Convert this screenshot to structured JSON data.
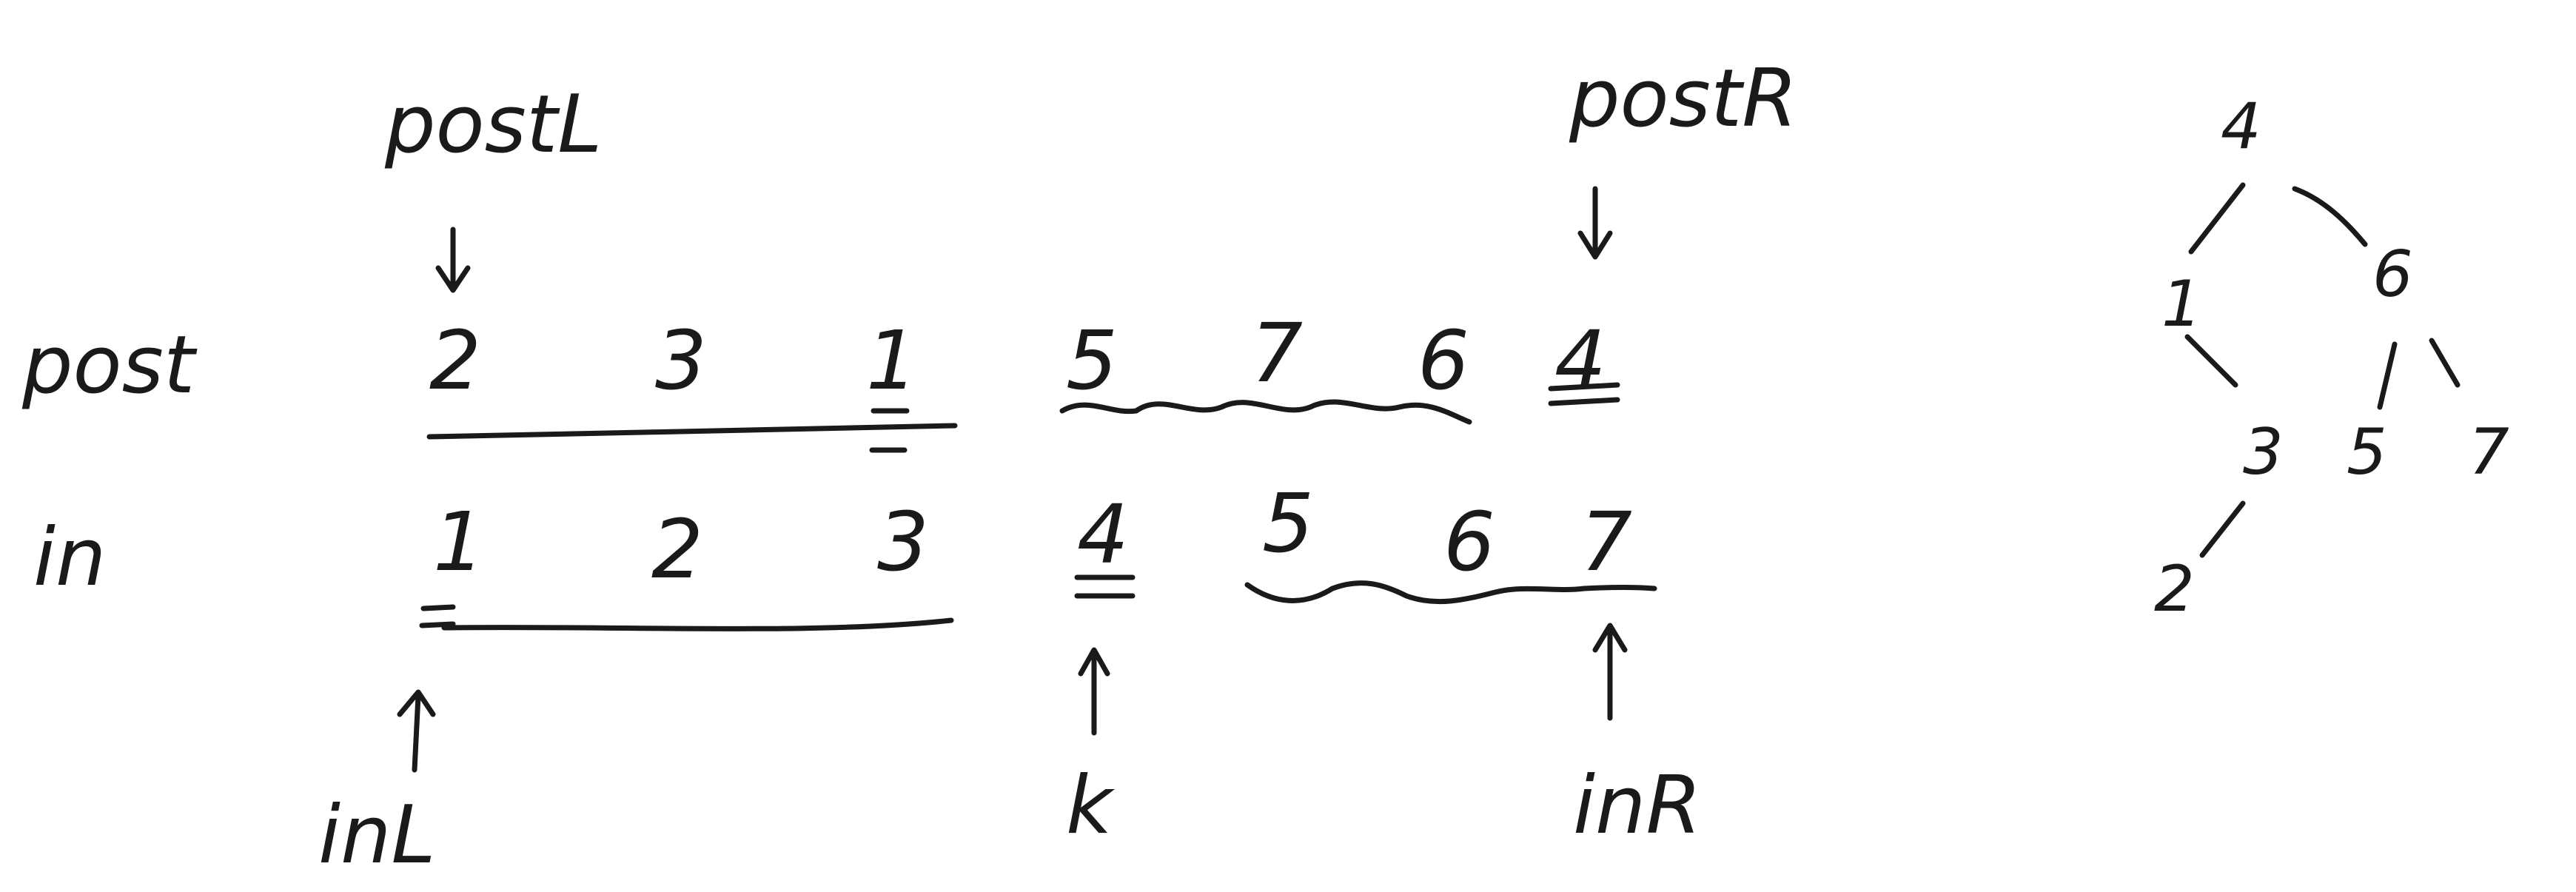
{
  "labels": {
    "post": "post",
    "in": "in",
    "postL": "postL",
    "postR": "postR",
    "inL": "inL",
    "k": "k",
    "inR": "inR"
  },
  "post_seq": [
    "2",
    "3",
    "1",
    "5",
    "7",
    "6",
    "4"
  ],
  "in_seq": [
    "1",
    "2",
    "3",
    "4",
    "5",
    "6",
    "7"
  ],
  "tree": {
    "root": "4",
    "n1": "1",
    "n6": "6",
    "n3": "3",
    "n2": "2",
    "n5": "5",
    "n7": "7"
  }
}
